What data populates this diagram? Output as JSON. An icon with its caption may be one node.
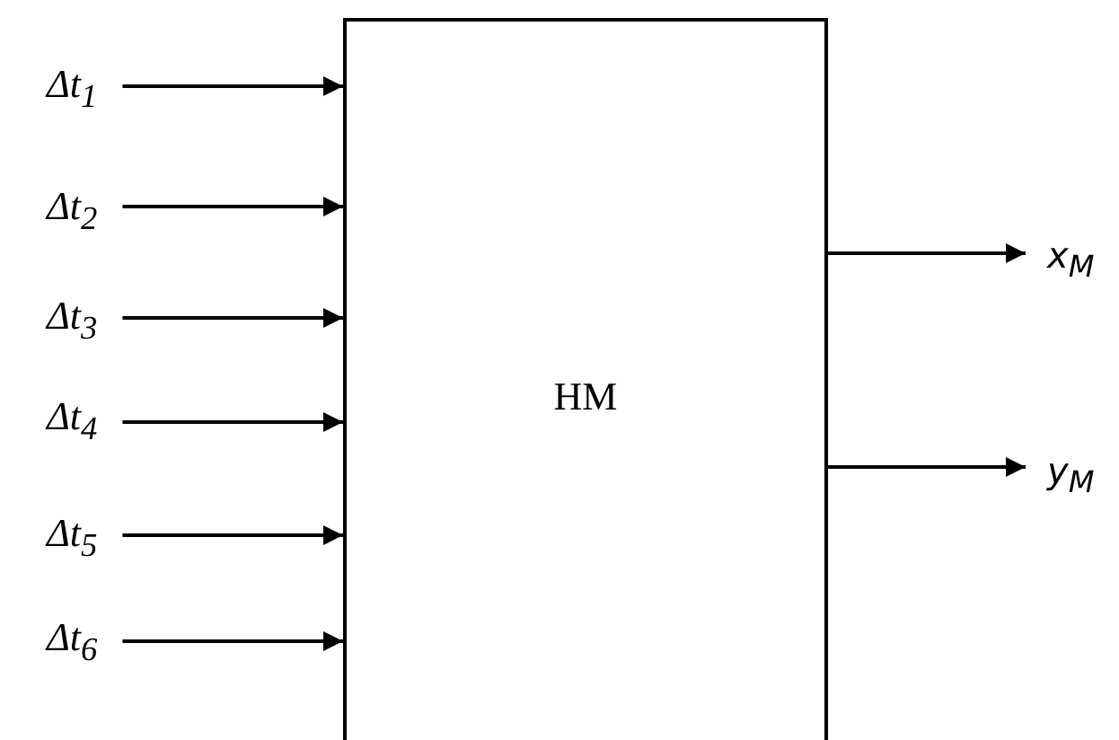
{
  "diagram": {
    "nodes": [
      {
        "text": [
          "HM"
        ]
      },
      {
        "text": [
          "Δt$_{1}$"
        ]
      },
      {
        "text": [
          "Δt$_{2}$"
        ]
      },
      {
        "text": [
          "Δt$_{3}$"
        ]
      },
      {
        "text": [
          "Δt$_{4}$"
        ]
      },
      {
        "text": [
          "Δt$_{5}$"
        ]
      },
      {
        "text": [
          "Δt$_{6}$"
        ]
      },
      {
        "text": [
          "x$_{M}$"
        ]
      },
      {
        "text": [
          "y$_{M}$"
        ]
      }
    ],
    "edges": [
      {
        "from": 1,
        "to": 0,
        "arrow": "to"
      },
      {
        "from": 2,
        "to": 0,
        "arrow": "to"
      },
      {
        "from": 3,
        "to": 0,
        "arrow": "to"
      },
      {
        "from": 4,
        "to": 0,
        "arrow": "to"
      },
      {
        "from": 5,
        "to": 0,
        "arrow": "to"
      },
      {
        "from": 6,
        "to": 0,
        "arrow": "to"
      },
      {
        "from": 0,
        "to": 7,
        "arrow": "to"
      },
      {
        "from": 0,
        "to": 8,
        "arrow": "to"
      }
    ]
  }
}
